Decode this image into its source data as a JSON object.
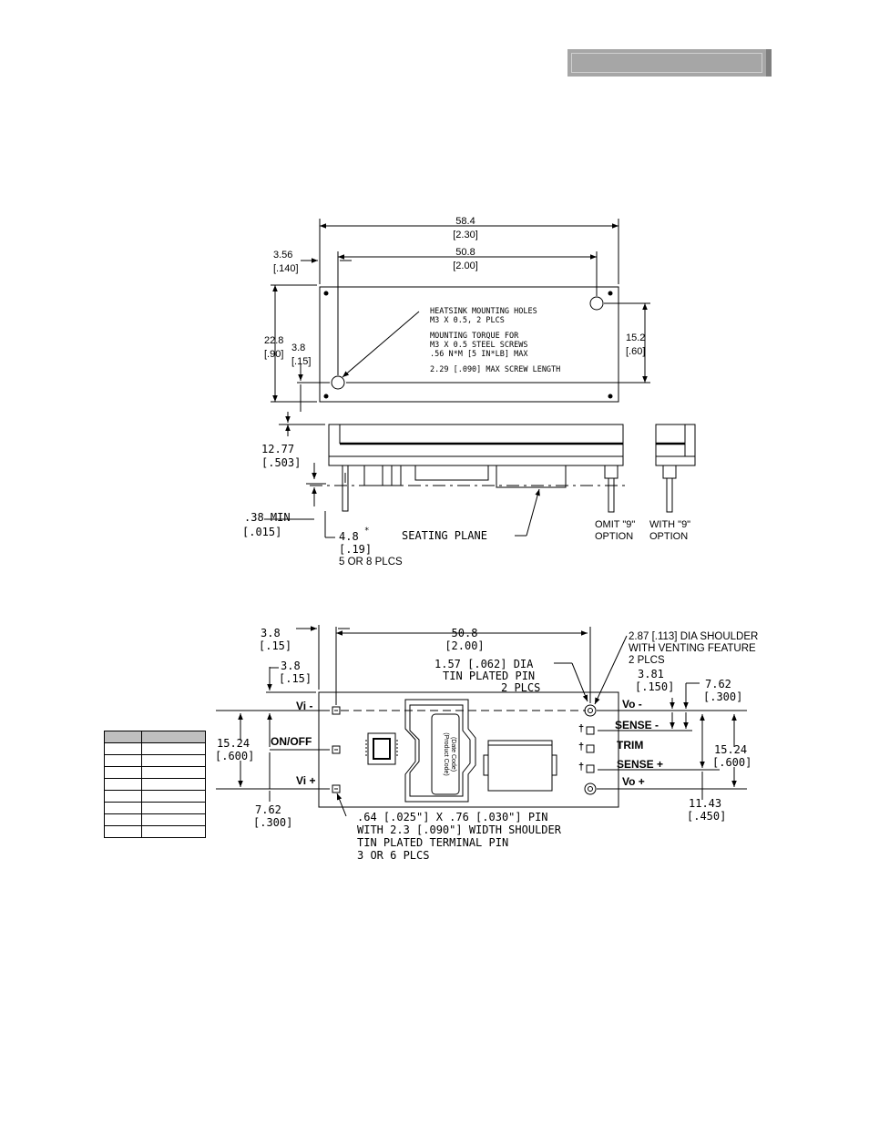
{
  "header": {
    "fill": "#a6a6a6"
  },
  "top_view": {
    "dim_58_4": "58.4",
    "dim_58_4_in": "[2.30]",
    "dim_50_8": "50.8",
    "dim_50_8_in": "[2.00]",
    "dim_3_56": "3.56",
    "dim_3_56_in": "[.140]",
    "dim_22_8": "22.8",
    "dim_22_8_in": "[.90]",
    "dim_3_8": "3.8",
    "dim_3_8_in": "[.15]",
    "dim_15_2": "15.2",
    "dim_15_2_in": "[.60]",
    "note_lines": [
      "HEATSINK MOUNTING HOLES",
      "M3 X 0.5, 2 PLCS",
      "MOUNTING TORQUE FOR",
      "M3 X 0.5 STEEL SCREWS",
      ".56 N*M [5 IN*LB] MAX",
      "2.29 [.090] MAX SCREW LENGTH"
    ]
  },
  "side_view": {
    "dim_12_77": "12.77",
    "dim_12_77_in": "[.503]",
    "dim_38_min": ".38 MIN",
    "dim_38_min_in": "[.015]",
    "dim_4_8": "4.8",
    "dim_4_8_star": "*",
    "dim_4_8_in": "[.19]",
    "dim_4_8_note": "5 OR 8 PLCS",
    "seating_plane": "SEATING PLANE",
    "omit_option_1": "OMIT \"9\"",
    "omit_option_2": "OPTION",
    "with_option_1": "WITH \"9\"",
    "with_option_2": "OPTION"
  },
  "bottom_view": {
    "dim_3_8_a": "3.8",
    "dim_3_8_a_in": "[.15]",
    "dim_3_8_b": "3.8",
    "dim_3_8_b_in": "[.15]",
    "dim_50_8": "50.8",
    "dim_50_8_in": "[2.00]",
    "shoulder_note": [
      "2.87 [.113] DIA SHOULDER",
      "WITH VENTING FEATURE",
      "2 PLCS"
    ],
    "pin_note": [
      "1.57 [.062] DIA",
      "TIN PLATED PIN",
      "2 PLCS"
    ],
    "dim_3_81": "3.81",
    "dim_3_81_in": "[.150]",
    "dim_7_62_r": "7.62",
    "dim_7_62_r_in": "[.300]",
    "dim_15_24_l": "15.24",
    "dim_15_24_l_in": "[.600]",
    "dim_15_24_r": "15.24",
    "dim_15_24_r_in": "[.600]",
    "dim_7_62_l": "7.62",
    "dim_7_62_l_in": "[.300]",
    "dim_11_43": "11.43",
    "dim_11_43_in": "[.450]",
    "pin_vi_minus": "Vi -",
    "pin_on_off": "ON/OFF",
    "pin_vi_plus": "Vi +",
    "pin_vo_minus": "Vo -",
    "pin_sense_minus": "SENSE -",
    "pin_trim": "TRIM",
    "pin_sense_plus": "SENSE +",
    "pin_vo_plus": "Vo +",
    "dagger": "†",
    "product_code": "(Product Code)",
    "date_code": "(Date Code)",
    "terminal_note": [
      ".64 [.025\"] X .76 [.030\"] PIN",
      "WITH 2.3 [.090\"] WIDTH SHOULDER",
      "TIN PLATED TERMINAL PIN",
      "3 OR 6 PLCS"
    ]
  }
}
